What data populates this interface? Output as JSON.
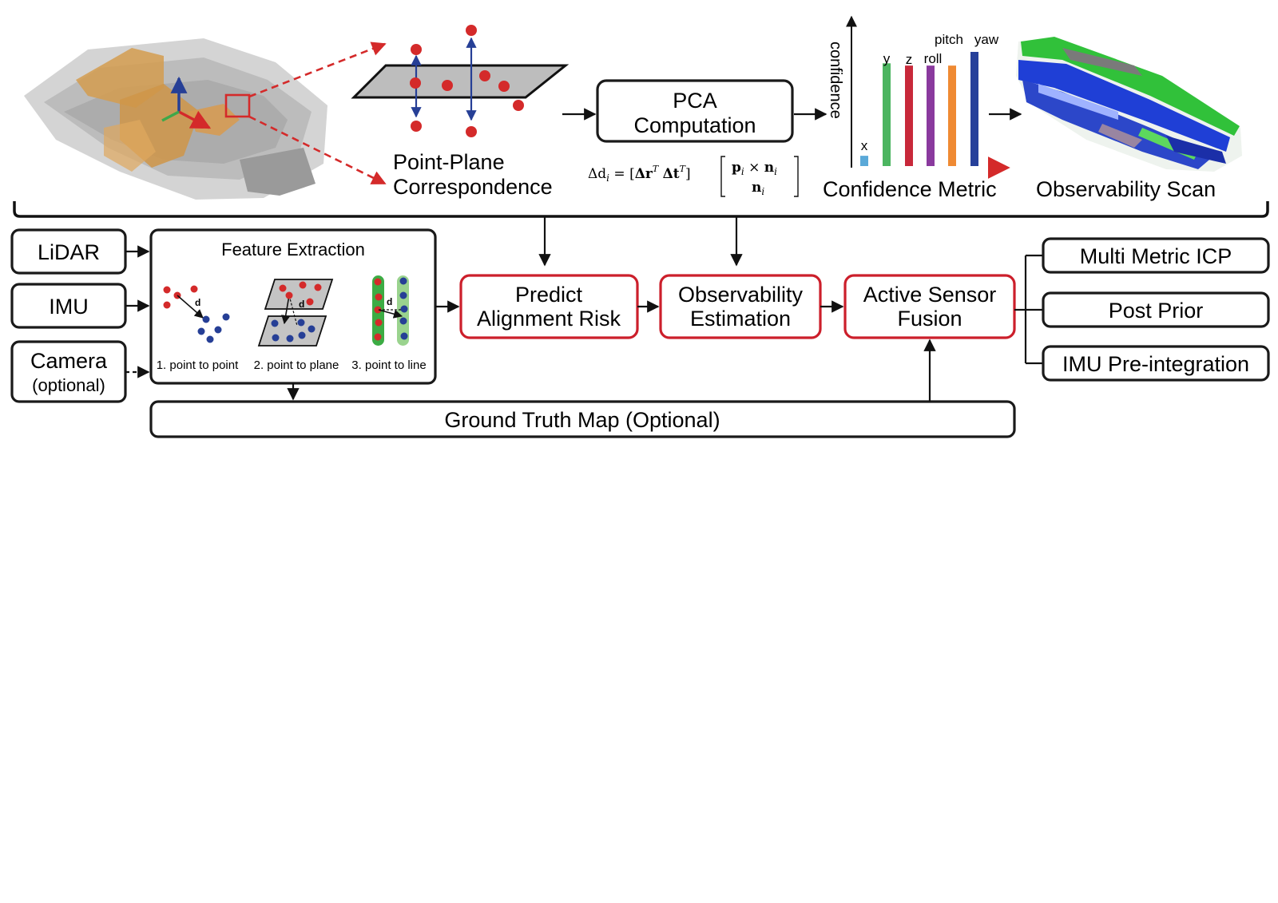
{
  "inputs": {
    "lidar": "LiDAR",
    "imu": "IMU",
    "camera": "Camera",
    "camera_note": "(optional)"
  },
  "feature_extraction": {
    "title": "Feature Extraction",
    "method_1": "1. point to point",
    "method_2": "2. point to plane",
    "method_3": "3. point to line",
    "distance_label": "d"
  },
  "pipeline": {
    "predict_l1": "Predict",
    "predict_l2": "Alignment Risk",
    "obs_l1": "Observability",
    "obs_l2": "Estimation",
    "fusion_l1": "Active Sensor",
    "fusion_l2": "Fusion",
    "ground_truth": "Ground Truth Map (Optional)"
  },
  "outputs": {
    "icp": "Multi Metric ICP",
    "post_prior": "Post Prior",
    "imu_preint": "IMU Pre-integration"
  },
  "top_row": {
    "point_plane_l1": "Point-Plane",
    "point_plane_l2": "Correspondence",
    "pca_l1": "PCA",
    "pca_l2": "Computation",
    "equation_lhs": "Δd",
    "equation_sub": "i",
    "confidence_metric": "Confidence Metric",
    "observability_scan": "Observability Scan"
  },
  "chart_data": {
    "type": "bar",
    "ylabel": "confidence",
    "categories": [
      "x",
      "y",
      "z",
      "roll",
      "pitch",
      "yaw"
    ],
    "values": [
      0.09,
      0.9,
      0.88,
      0.88,
      0.88,
      1.0
    ],
    "colors": [
      "#5aa9d8",
      "#4cb560",
      "#c8283a",
      "#8a3a9e",
      "#ef8a33",
      "#26409a"
    ]
  },
  "colors": {
    "red_outline": "#cc1f2b",
    "red_points": "#d42a2a",
    "blue_points": "#263f96",
    "green_line": "#4cb84e"
  }
}
